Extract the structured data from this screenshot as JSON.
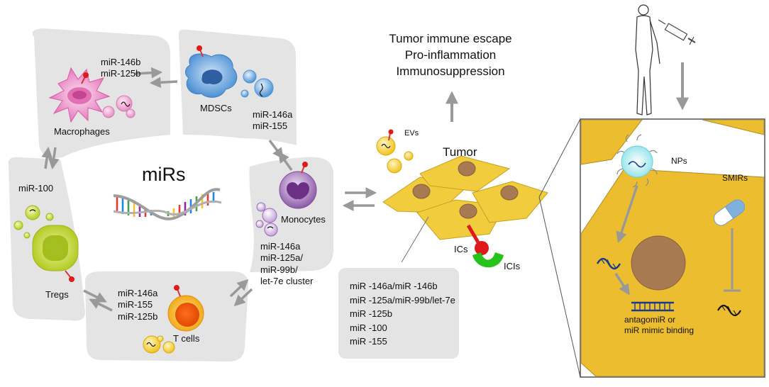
{
  "ring": {
    "center_label": "miRs",
    "cells": {
      "macrophages": "Macrophages",
      "mdscs": "MDSCs",
      "monocytes": "Monocytes",
      "t_cells": "T cells",
      "tregs": "Tregs"
    },
    "mirs": {
      "macro_mdsc": [
        "miR-146b",
        "miR-125b"
      ],
      "mdsc_mono": [
        "miR-146a",
        "miR-155"
      ],
      "mono_tcell": [
        "miR-146a",
        "miR-125a/",
        "miR-99b/",
        "let-7e cluster"
      ],
      "tcell_treg": [
        "miR-146a",
        "miR-155",
        "miR-125b"
      ],
      "treg_macro": "miR-100"
    }
  },
  "tumor_panel": {
    "outcomes": [
      "Tumor immune escape",
      "Pro-inflammation",
      "Immunosuppression"
    ],
    "evs_label": "EVs",
    "tumor_label": "Tumor",
    "ics_label": "ICs",
    "icis_label": "ICIs",
    "mir_list": [
      "miR -146a/miR -146b",
      "miR -125a/miR-99b/let-7e",
      "miR -125b",
      "miR -100",
      "miR -155"
    ]
  },
  "treatment": {
    "nps_label": "NPs",
    "smirs_label": "SMIRs",
    "binding_line1": "antagomiR  or",
    "binding_line2": "miR mimic binding"
  },
  "colors": {
    "ring_gray": "#e4e4e4",
    "arrow_gray": "#999999",
    "macrophage_pink": "#e98ac4",
    "mdsc_blue": "#6fa8dd",
    "monocyte_purple": "#a677bf",
    "tcell_orange": "#f08a1f",
    "treg_green": "#b5cf2c",
    "tumor_yellow": "#f1cc3d",
    "nucleus_brown": "#a77a52",
    "ic_red": "#e01a1a",
    "ici_green": "#27c21b",
    "panel_yellow": "#edbd30"
  }
}
